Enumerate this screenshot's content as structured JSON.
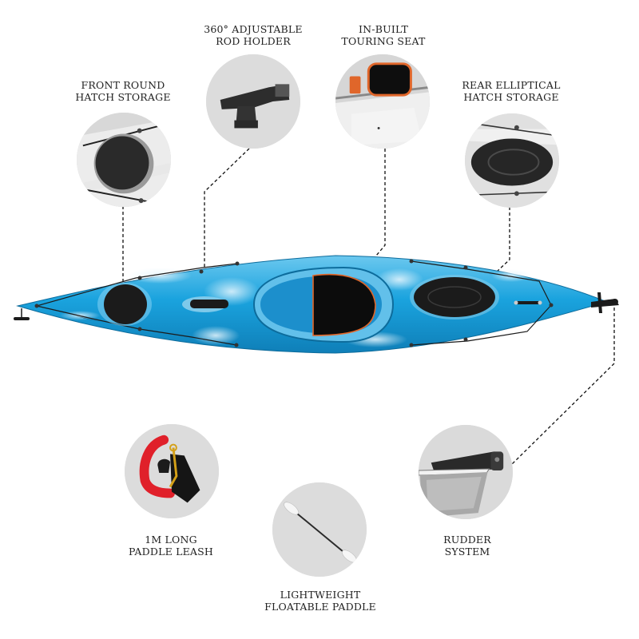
{
  "features": [
    {
      "id": "front-hatch",
      "line1": "FRONT ROUND",
      "line2": "HATCH STORAGE"
    },
    {
      "id": "rod-holder",
      "line1": "360° ADJUSTABLE",
      "line2": "ROD HOLDER"
    },
    {
      "id": "touring-seat",
      "line1": "IN-BUILT",
      "line2": "TOURING SEAT"
    },
    {
      "id": "rear-hatch",
      "line1": "REAR ELLIPTICAL",
      "line2": "HATCH STORAGE"
    },
    {
      "id": "paddle-leash",
      "line1": "1M LONG",
      "line2": "PADDLE LEASH"
    },
    {
      "id": "paddle",
      "line1": "LIGHTWEIGHT",
      "line2": "FLOATABLE PADDLE"
    },
    {
      "id": "rudder",
      "line1": "RUDDER",
      "line2": "SYSTEM"
    }
  ],
  "colors": {
    "kayak_blue": "#1aa3de",
    "kayak_light": "#8fd6f5",
    "hatch_black": "#1b1b1b",
    "bubble_gray": "#dcdcdc",
    "leash_red": "#e0202a",
    "seat_orange": "#e0662a",
    "label_text": "#222222"
  }
}
